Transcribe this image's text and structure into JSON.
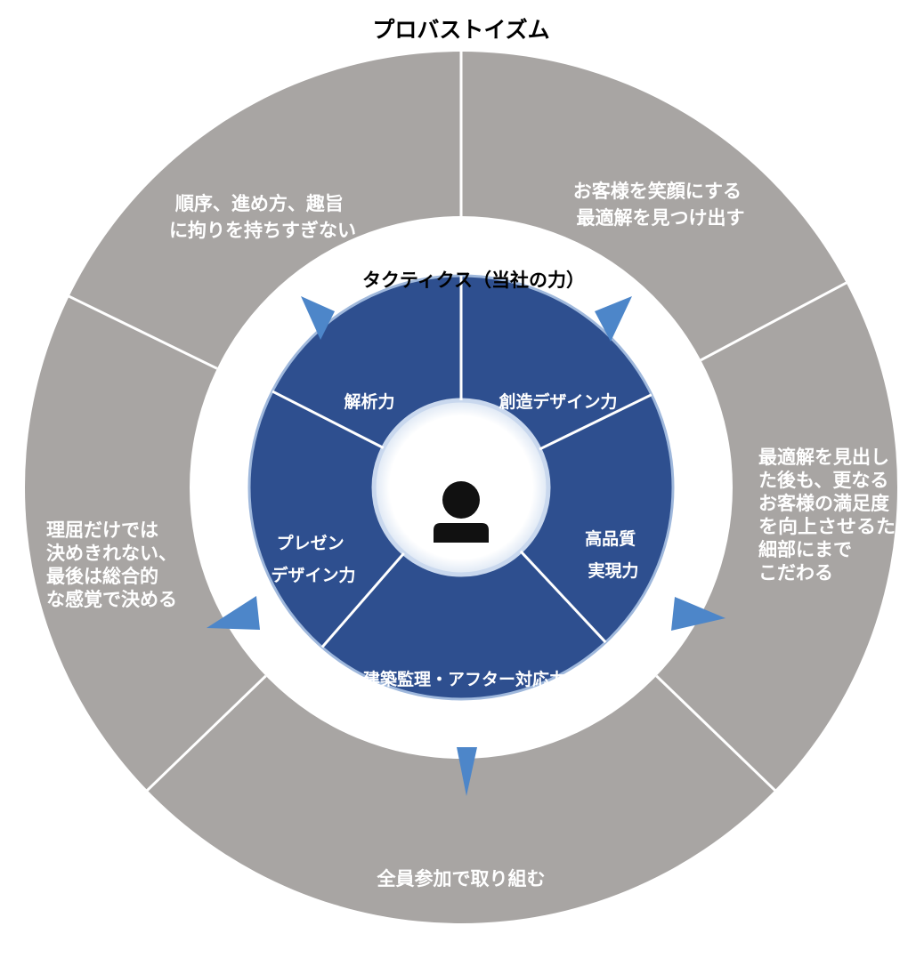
{
  "outer_title": "プロバストイズム",
  "ring_title": "タクティクス（当社の力）",
  "outer_segments": [
    {
      "id": "top-left",
      "lines": [
        "順序、進め方、趣旨",
        "に拘りを持ちすぎない"
      ]
    },
    {
      "id": "top-right",
      "lines": [
        "お客様を笑顔にする",
        "最適解を見つけ出す"
      ]
    },
    {
      "id": "right",
      "lines": [
        "最適解を見出し",
        "た後も、更なる",
        "お客様の満足度",
        "を向上させるため",
        "細部にまで",
        "こだわる"
      ]
    },
    {
      "id": "bottom",
      "lines": [
        "全員参加で取り組む"
      ]
    },
    {
      "id": "left",
      "lines": [
        "理屈だけでは",
        "決めきれない、",
        "最後は総合的",
        "な感覚で決める"
      ]
    }
  ],
  "inner_segments": [
    {
      "id": "analysis",
      "lines": [
        "解析力"
      ]
    },
    {
      "id": "creative-design",
      "lines": [
        "創造デザイン力"
      ]
    },
    {
      "id": "quality",
      "lines": [
        "高品質",
        "実現力"
      ]
    },
    {
      "id": "supervision",
      "lines": [
        "建築監理・アフター対応力"
      ]
    },
    {
      "id": "presentation",
      "lines": [
        "プレゼン",
        "デザイン力"
      ]
    }
  ],
  "center": {
    "icon": "person-icon"
  },
  "colors": {
    "outer_ring": "#a8a5a3",
    "inner_ring": "#2e4f8f",
    "arrow": "#4d86c9",
    "divider": "#ffffff",
    "white_ring": "#ffffff",
    "person": "#111111"
  }
}
